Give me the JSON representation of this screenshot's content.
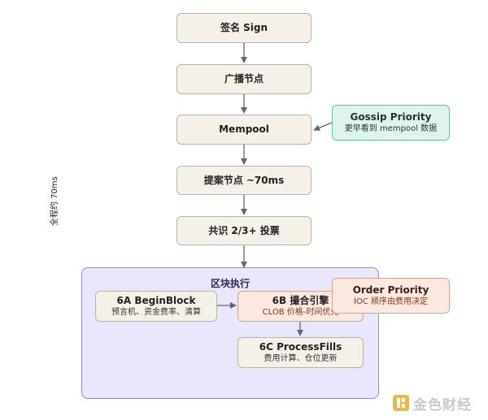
{
  "nodes": {
    "sign": {
      "title": "签名 Sign"
    },
    "broadcast": {
      "title": "广播节点"
    },
    "mempool": {
      "title": "Mempool"
    },
    "gossip": {
      "title": "Gossip Priority",
      "subtitle": "更早看到 mempool 数据"
    },
    "proposal": {
      "title": "提案节点 ~70ms"
    },
    "consensus": {
      "title": "共识 2/3+ 投票"
    },
    "block_exec": {
      "title": "区块执行"
    },
    "begin_block": {
      "title": "6A BeginBlock",
      "subtitle": "预言机、资金费率、清算"
    },
    "matching": {
      "title": "6B 撮合引擎",
      "subtitle": "CLOB 价格-时间优先"
    },
    "order_priority": {
      "title": "Order Priority",
      "subtitle": "IOC 顺序由费用决定"
    },
    "process_fills": {
      "title": "6C ProcessFills",
      "subtitle": "费用计算、仓位更新"
    }
  },
  "side_label": "全程约 70ms",
  "watermark": {
    "text": "金色财经"
  },
  "colors": {
    "main_node": "#f5f1e9",
    "gossip_node": "#dff4ea",
    "priority_node": "#fbe9e1",
    "block_container": "#e8e7fb",
    "arrow": "#666666"
  }
}
